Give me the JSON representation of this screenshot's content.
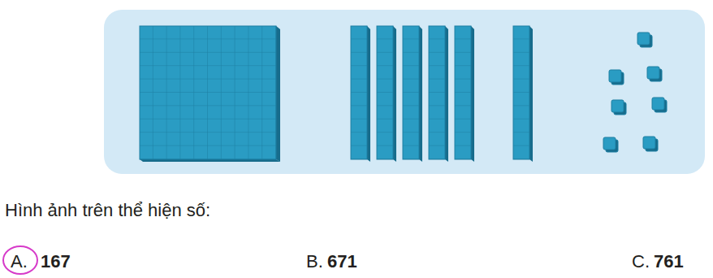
{
  "diagram": {
    "labels": [
      "Hình ảnh trên thể hiện số:",
      "A.",
      "167",
      "B.",
      "671",
      "C.",
      "761"
    ]
  }
}
